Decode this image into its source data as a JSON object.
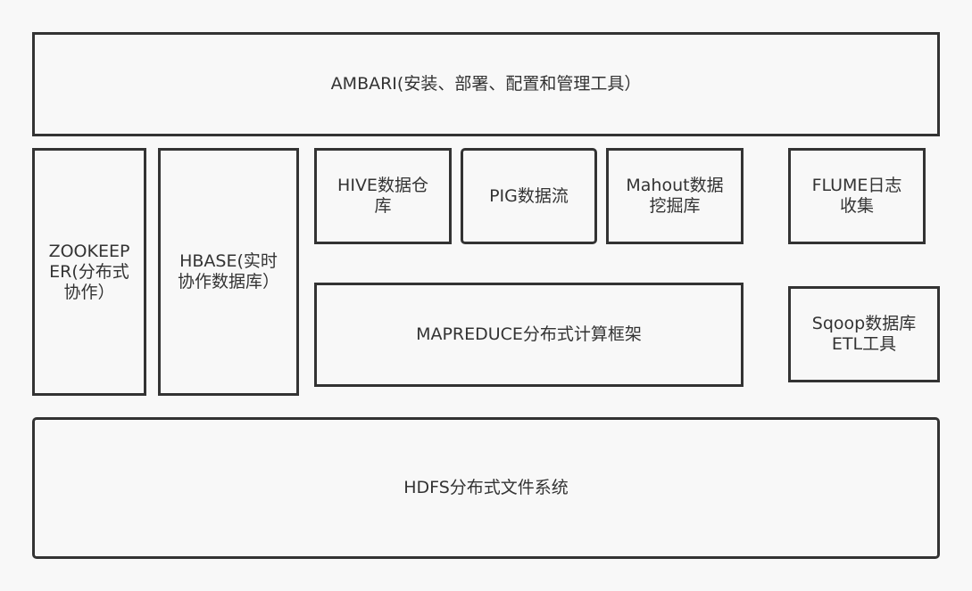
{
  "diagram": {
    "ambari": "AMBARI(安装、部署、配置和管理工具）",
    "zookeeper": "ZOOKEEP\nER(分布式\n协作）",
    "hbase": "HBASE(实时\n协作数据库）",
    "hive": "HIVE数据仓\n库",
    "pig": "PIG数据流",
    "mahout": "Mahout数据\n挖掘库",
    "flume": "FLUME日志\n收集",
    "mapreduce": "MAPREDUCE分布式计算框架",
    "sqoop": "Sqoop数据库\nETL工具",
    "hdfs": "HDFS分布式文件系统"
  }
}
